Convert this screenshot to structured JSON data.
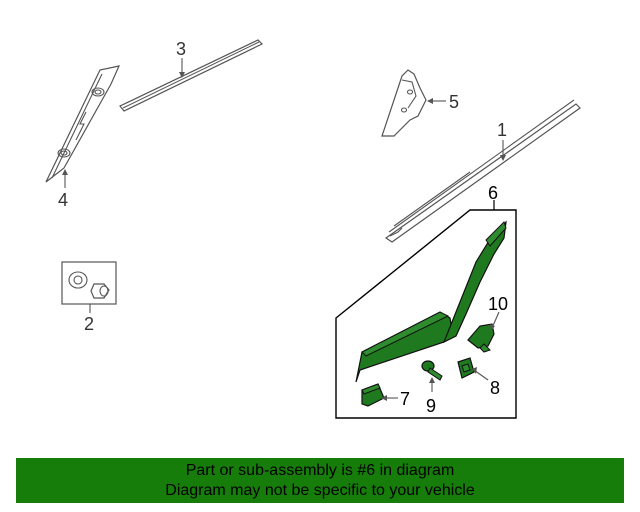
{
  "diagram": {
    "callouts": {
      "part1": "1",
      "part2": "2",
      "part3": "3",
      "part4": "4",
      "part5": "5",
      "part6": "6",
      "part7": "7",
      "part8": "8",
      "part9": "9",
      "part10": "10"
    },
    "highlight_color": "#1f7a1f"
  },
  "banner": {
    "line1": "Part or sub-assembly is #6 in diagram",
    "line2": "Diagram may not be specific to your vehicle",
    "background": "#167d0a"
  }
}
